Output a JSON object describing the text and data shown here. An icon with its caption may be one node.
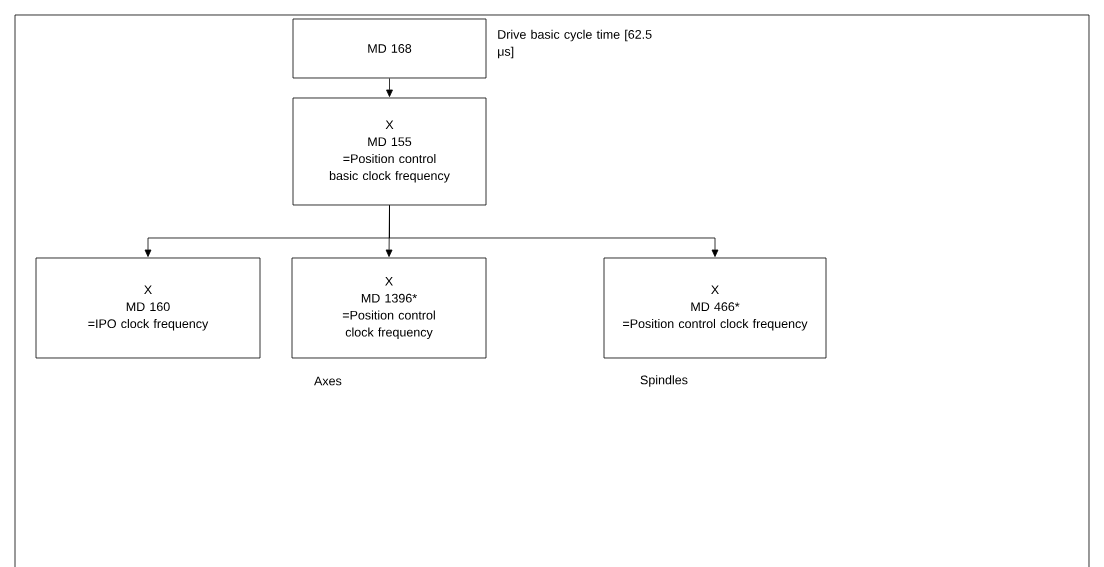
{
  "diagram": {
    "nodes": [
      {
        "text": [
          "MD 168"
        ],
        "beside": [
          "Drive basic cycle time [62.5 μs]"
        ]
      },
      {
        "text": [
          "X",
          "MD 155",
          "=Position control basic clock frequency"
        ]
      },
      {
        "text": [
          "X",
          "MD 160",
          "=IPO clock frequency"
        ]
      },
      {
        "text": [
          "X",
          "MD 1396*",
          "=Position control clock frequency"
        ],
        "beside": [
          "Axes"
        ]
      },
      {
        "text": [
          "X",
          "MD 466*",
          "=Position control clock frequency"
        ],
        "beside": [
          "Spindles"
        ]
      }
    ],
    "edges": [
      {
        "from": 0,
        "to": 1,
        "arrow": "to"
      },
      {
        "from": 1,
        "to": 2,
        "arrow": "to"
      },
      {
        "from": 1,
        "to": 3,
        "arrow": "to"
      },
      {
        "from": 1,
        "to": 4,
        "arrow": "to"
      }
    ]
  }
}
